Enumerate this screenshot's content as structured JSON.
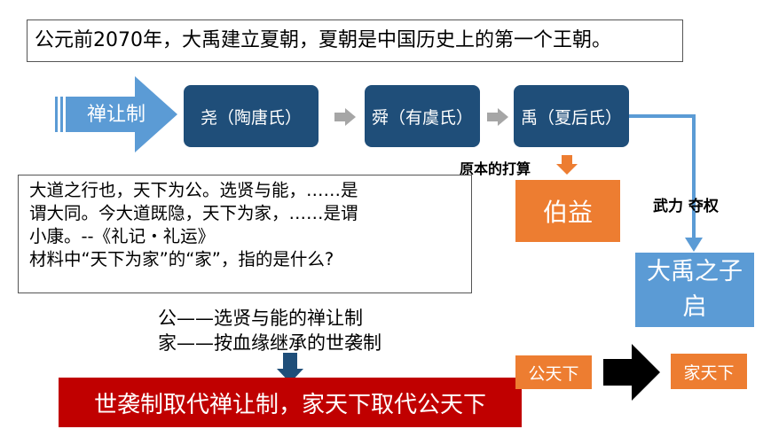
{
  "title_text": "公元前2070年，大禹建立夏朝，夏朝是中国历史上的第一个王朝。",
  "shanrang_label": "禅让制",
  "rulers": [
    "尧（陶唐氏）",
    "舜（有虞氏）",
    "禹（夏后氏）"
  ],
  "original_plan_label": "原本的打算",
  "boyi_label": "伯益",
  "force_label": "武力 夺权",
  "qi_label": "大禹之子启",
  "quote_lines": [
    "大道之行也，天下为公。选贤与能，……是",
    "谓大同。今大道既隐，天下为家，……是谓",
    "小康。--《礼记・礼运》",
    "材料中“天下为家”的“家”，指的是什么?"
  ],
  "legend_lines": [
    "公——选贤与能的禅让制",
    "家——按血缘继承的世袭制"
  ],
  "conclusion_text": "世袭制取代禅让制，家天下取代公天下",
  "gongtianxia_label": "公天下",
  "jiatianxia_label": "家天下",
  "colors": {
    "navy": "#1f4e79",
    "orange": "#ed7d31",
    "sky_blue": "#5b9bd5",
    "red": "#c00000",
    "gray_arrow": "#a6a6a6",
    "black_arrow": "#000000"
  }
}
